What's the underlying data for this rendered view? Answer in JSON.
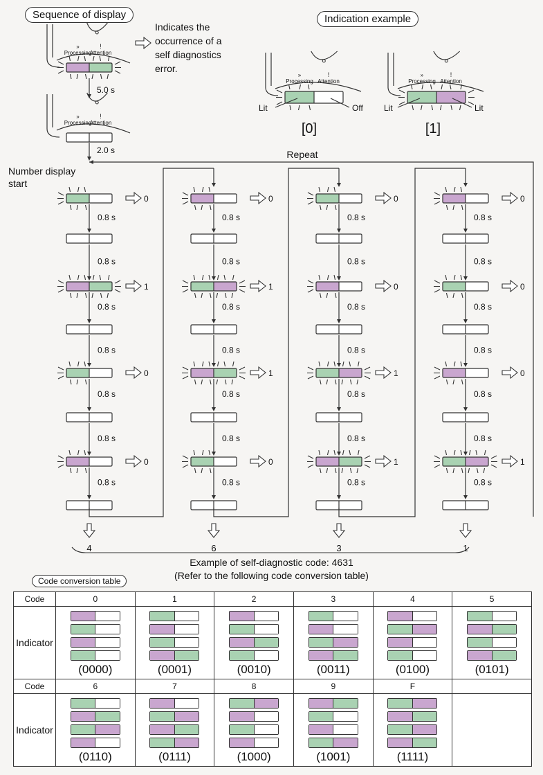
{
  "labels": {
    "sequence_title": "Sequence of display",
    "indication_title": "Indication example",
    "indicates_text": [
      "Indicates the",
      "occurrence of a",
      "self diagnostics",
      "error."
    ],
    "processing": "Processing",
    "attention": "Attention",
    "t50": "5.0 s",
    "t20": "2.0 s",
    "t08": "0.8 s",
    "number_display": [
      "Number display",
      "start"
    ],
    "repeat": "Repeat",
    "lit": "Lit",
    "off": "Off",
    "example0": "[0]",
    "example1": "[1]",
    "example_code": "Example of self-diagnostic code: 4631",
    "refer": "(Refer to the following code conversion table)",
    "table_title": "Code conversion table",
    "code_label": "Code",
    "indicator_label": "Indicator"
  },
  "sequence_columns": [
    {
      "digit": "4",
      "bits": [
        "0",
        "1",
        "0",
        "0"
      ]
    },
    {
      "digit": "6",
      "bits": [
        "0",
        "1",
        "1",
        "0"
      ]
    },
    {
      "digit": "3",
      "bits": [
        "0",
        "0",
        "1",
        "1"
      ]
    },
    {
      "digit": "1",
      "bits": [
        "0",
        "0",
        "0",
        "1"
      ]
    }
  ],
  "code_table": [
    {
      "code": "0",
      "binary": "(0000)"
    },
    {
      "code": "1",
      "binary": "(0001)"
    },
    {
      "code": "2",
      "binary": "(0010)"
    },
    {
      "code": "3",
      "binary": "(0011)"
    },
    {
      "code": "4",
      "binary": "(0100)"
    },
    {
      "code": "5",
      "binary": "(0101)"
    },
    {
      "code": "6",
      "binary": "(0110)"
    },
    {
      "code": "7",
      "binary": "(0111)"
    },
    {
      "code": "8",
      "binary": "(1000)"
    },
    {
      "code": "9",
      "binary": "(1001)"
    },
    {
      "code": "F",
      "binary": "(1111)"
    }
  ],
  "colors": {
    "lit_a": "#c9a6cf",
    "lit_b": "#a9d2b2",
    "off": "#ffffff",
    "outline": "#333333"
  }
}
